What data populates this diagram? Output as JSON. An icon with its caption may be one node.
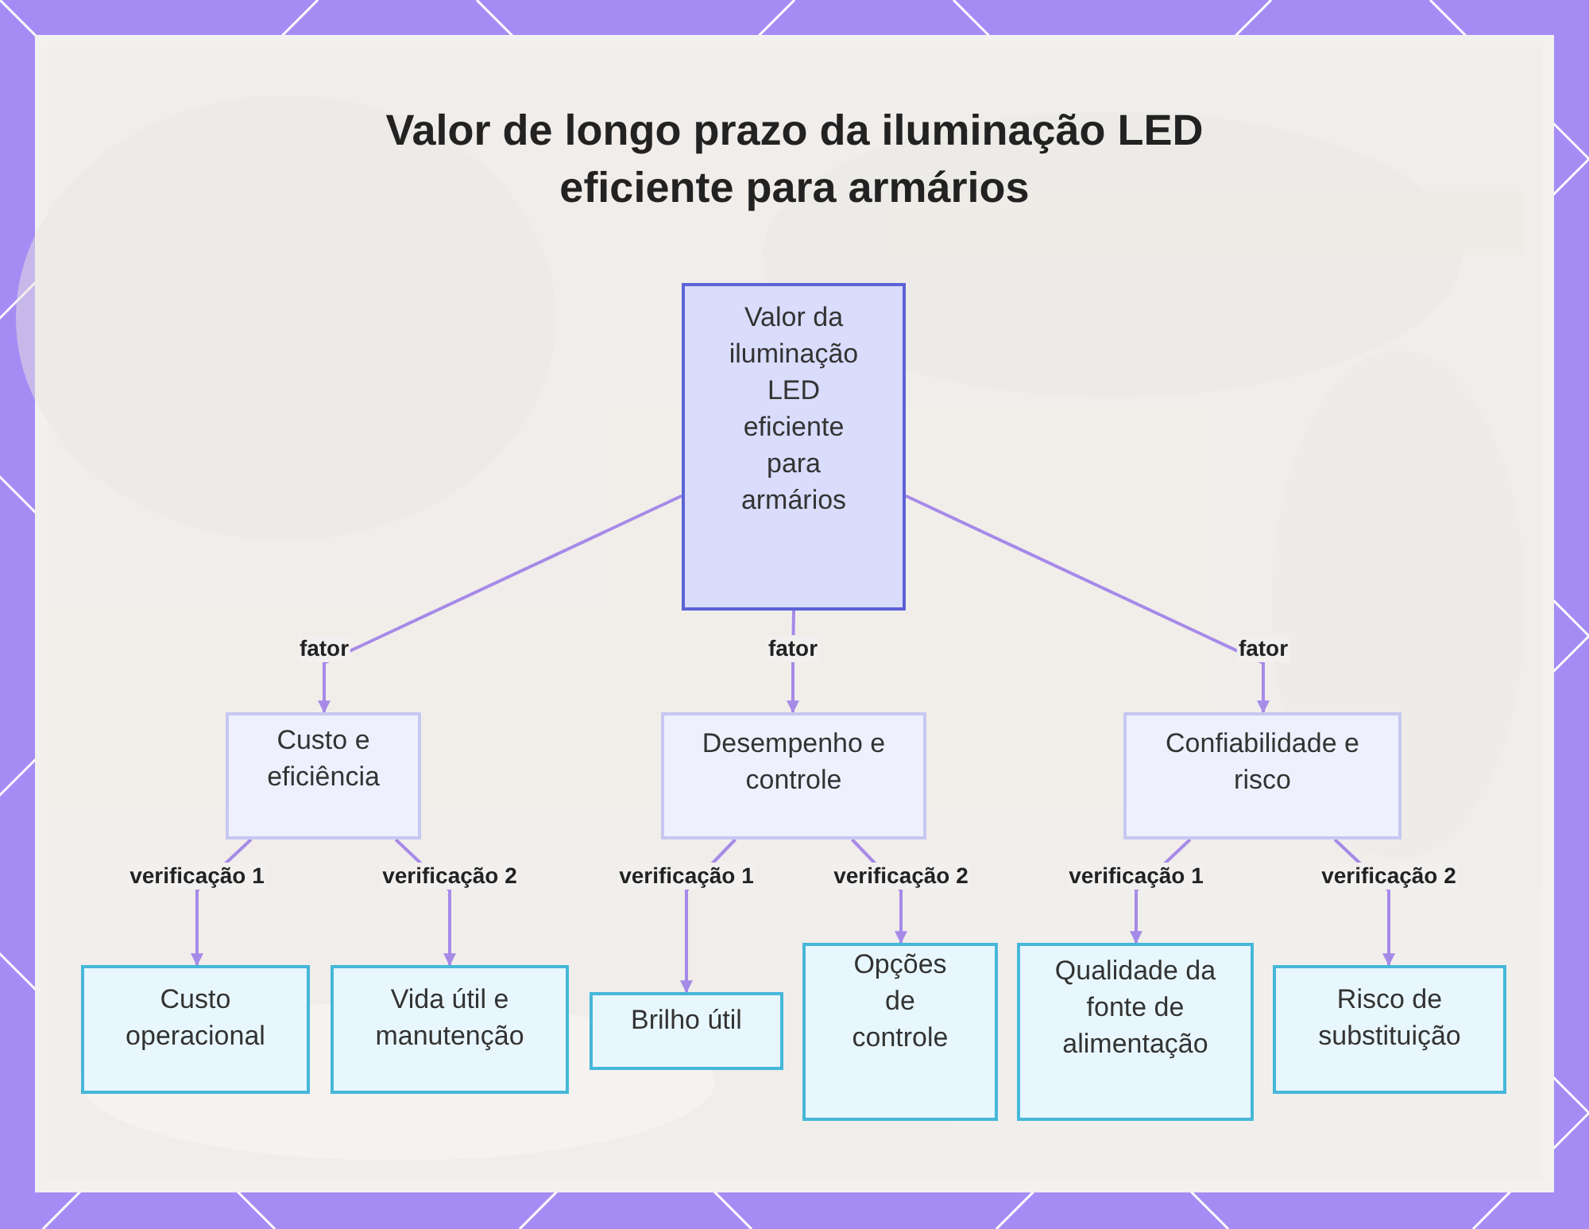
{
  "diagram": {
    "title": "Valor de longo prazo da iluminação LED eficiente para armários",
    "nodes": [
      {
        "text": [
          "Valor da iluminação LED eficiente para armários"
        ]
      },
      {
        "text": [
          "Custo e eficiência"
        ]
      },
      {
        "text": [
          "Desempenho e controle"
        ]
      },
      {
        "text": [
          "Confiabilidade e risco"
        ]
      },
      {
        "text": [
          "Custo operacional"
        ]
      },
      {
        "text": [
          "Vida útil e manutenção"
        ]
      },
      {
        "text": [
          "Brilho útil"
        ]
      },
      {
        "text": [
          "Opções de controle"
        ]
      },
      {
        "text": [
          "Qualidade da fonte de alimentação"
        ]
      },
      {
        "text": [
          "Risco de substituição"
        ]
      }
    ],
    "edges": [
      {
        "from": 0,
        "to": 1,
        "arrow": "to",
        "label": "fator"
      },
      {
        "from": 0,
        "to": 2,
        "arrow": "to",
        "label": "fator"
      },
      {
        "from": 0,
        "to": 3,
        "arrow": "to",
        "label": "fator"
      },
      {
        "from": 1,
        "to": 4,
        "arrow": "to",
        "label": "verificação 1"
      },
      {
        "from": 1,
        "to": 5,
        "arrow": "to",
        "label": "verificação 2"
      },
      {
        "from": 2,
        "to": 6,
        "arrow": "to",
        "label": "verificação 1"
      },
      {
        "from": 2,
        "to": 7,
        "arrow": "to",
        "label": "verificação 2"
      },
      {
        "from": 3,
        "to": 8,
        "arrow": "to",
        "label": "verificação 1"
      },
      {
        "from": 3,
        "to": 9,
        "arrow": "to",
        "label": "verificação 2"
      }
    ]
  }
}
